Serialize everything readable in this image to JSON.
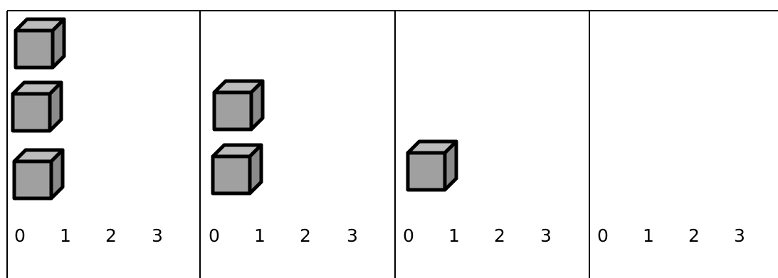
{
  "panels": [
    {
      "tick_labels": [
        "0",
        "1",
        "2",
        "3"
      ],
      "cube_count": 3
    },
    {
      "tick_labels": [
        "0",
        "1",
        "2",
        "3"
      ],
      "cube_count": 2
    },
    {
      "tick_labels": [
        "0",
        "1",
        "2",
        "3"
      ],
      "cube_count": 1
    },
    {
      "tick_labels": [
        "0",
        "1",
        "2",
        "3"
      ],
      "cube_count": 0
    }
  ],
  "colors": {
    "cube_front": "#a0a0a0",
    "cube_top": "#bcbcbc",
    "cube_side": "#8a8a8a",
    "outline": "#000000"
  },
  "icons": {
    "cube": "cube-icon"
  }
}
